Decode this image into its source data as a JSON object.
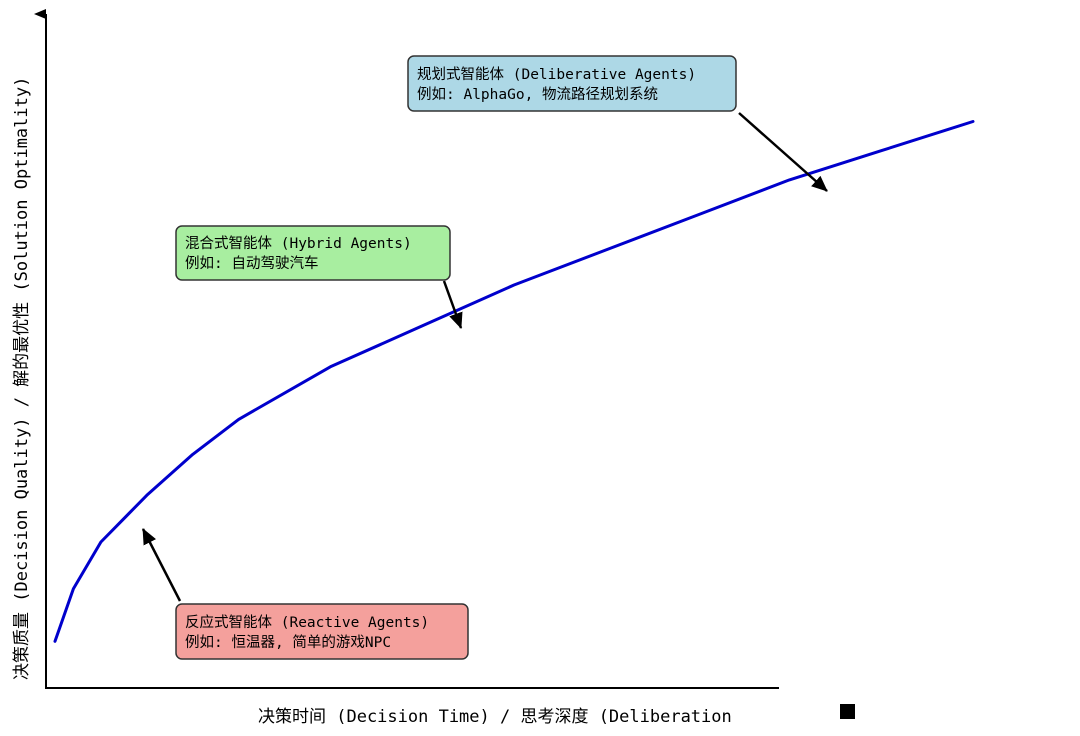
{
  "chart_data": {
    "type": "line",
    "title": "",
    "xlabel": "决策时间 (Decision Time) / 思考深度 (Deliberation",
    "ylabel": "决策质量 (Decision Quality) / 解的最优性 (Solution Optimality)",
    "grid": false,
    "legend": "none",
    "line_color": "#0000cc",
    "series": [
      {
        "x": [
          0.0,
          0.02,
          0.05,
          0.1,
          0.15,
          0.2,
          0.3,
          0.4,
          0.5,
          0.6,
          0.7,
          0.8,
          0.9,
          1.0
        ],
        "y": [
          0.08,
          0.17,
          0.25,
          0.33,
          0.4,
          0.46,
          0.55,
          0.62,
          0.69,
          0.75,
          0.81,
          0.87,
          0.92,
          0.97
        ]
      }
    ],
    "annotations": [
      {
        "line1": "反应式智能体 (Reactive Agents)",
        "line2": "例如: 恒温器, 简单的游戏NPC",
        "fill": "#f4a09c"
      },
      {
        "line1": "混合式智能体 (Hybrid Agents)",
        "line2": "例如: 自动驾驶汽车",
        "fill": "#a8eea0"
      },
      {
        "line1": "规划式智能体 (Deliberative Agents)",
        "line2": "例如: AlphaGo, 物流路径规划系统",
        "fill": "#add8e6"
      }
    ]
  }
}
